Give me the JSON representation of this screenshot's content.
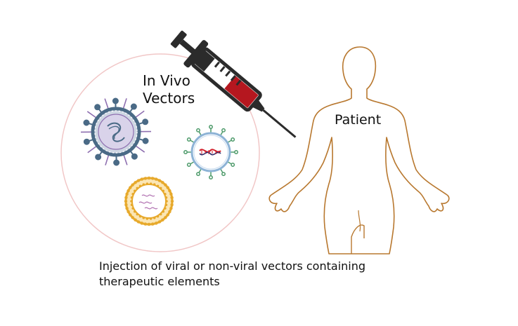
{
  "labels": {
    "in_vivo_line1": "In Vivo",
    "in_vivo_line2": "Vectors",
    "patient": "Patient",
    "caption_line1": "Injection of viral or non-viral vectors containing",
    "caption_line2": "therapeutic elements"
  },
  "colors": {
    "circle_outline": "#f1c7c7",
    "body_outline": "#b8782f",
    "syringe_outline": "#2b2b2b",
    "syringe_fluid": "#b5171f",
    "virus_shell": "#4a6a86",
    "virus_core": "#d9d3ea",
    "spike_purple": "#8e6fb0",
    "liposome_gold": "#e7a92b",
    "nonviral_ring": "#8db3d6",
    "nonviral_spike": "#4d9a6a",
    "dna_red": "#d21f2a"
  },
  "icons": [
    "syringe-icon",
    "virus-icon",
    "nonviral-vector-icon",
    "liposome-icon",
    "human-body-icon"
  ]
}
